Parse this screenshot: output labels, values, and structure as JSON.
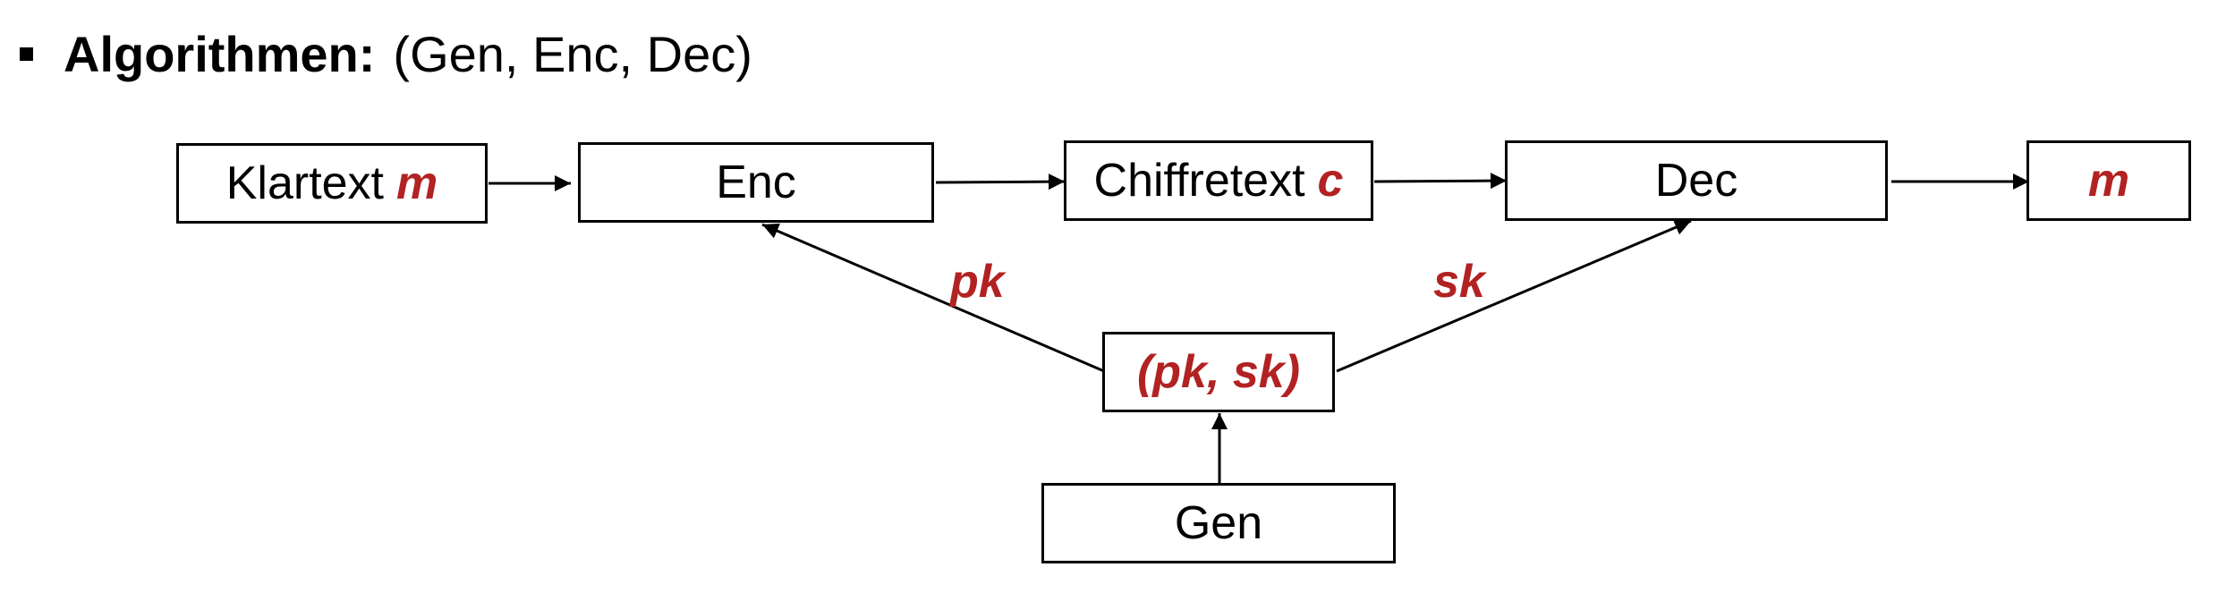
{
  "heading": {
    "bold": "Algorithmen:",
    "rest": "(Gen, Enc, Dec)"
  },
  "diagram": {
    "nodes": {
      "plaintext": {
        "text": "Klartext",
        "var": "m"
      },
      "enc": {
        "text": "Enc"
      },
      "ciphertext": {
        "text": "Chiffretext",
        "var": "c"
      },
      "dec": {
        "text": "Dec"
      },
      "output": {
        "var": "m"
      },
      "keypair": {
        "var": "(pk, sk)"
      },
      "gen": {
        "text": "Gen"
      }
    },
    "edge_labels": {
      "pk": "pk",
      "sk": "sk"
    },
    "colors": {
      "variable": "#b22222",
      "stroke": "#000000"
    }
  }
}
